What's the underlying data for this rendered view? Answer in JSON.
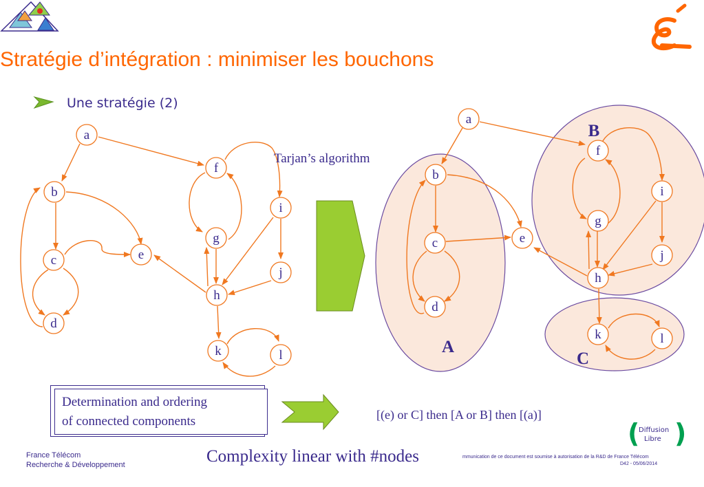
{
  "title": "Stratégie d’intégration : minimiser les bouchons",
  "bullet": "Une stratégie (2)",
  "tarjan_label": "Tarjan’s algorithm",
  "left_graph": {
    "nodes": [
      "a",
      "b",
      "c",
      "d",
      "e",
      "f",
      "g",
      "h",
      "i",
      "j",
      "k",
      "l"
    ]
  },
  "right_graph": {
    "nodes": [
      "a",
      "b",
      "c",
      "d",
      "e",
      "f",
      "g",
      "h",
      "i",
      "j",
      "k",
      "l"
    ],
    "components": [
      "A",
      "B",
      "C"
    ]
  },
  "determination": {
    "line1": "Determination and ordering",
    "line2": "of connected components"
  },
  "order_text": "[(e) or C]    then   [A or B]     then   [(a)]",
  "complexity": "Complexity linear with #nodes",
  "footer": {
    "org_line1": "France Télécom",
    "org_line2": "Recherche & Développement",
    "legal_line1": "mmunication de ce document est soumise à autorisation de la R&D de France Télécom",
    "legal_line2": "D42 - 05/06/2014",
    "diffusion_line1": "Diffusion",
    "diffusion_line2": "Libre"
  },
  "colors": {
    "accent": "#ff6600",
    "text": "#3a2a8c",
    "arrow": "#f07820",
    "big_arrow": "#9acd32",
    "cluster_fill": "#fbe8dc",
    "cluster_stroke": "#6a4aa0",
    "diffusion_green": "#00a050"
  },
  "icons": [
    "pyramid-logo-icon",
    "france-telecom-logo-icon",
    "arrow-bullet-icon"
  ]
}
